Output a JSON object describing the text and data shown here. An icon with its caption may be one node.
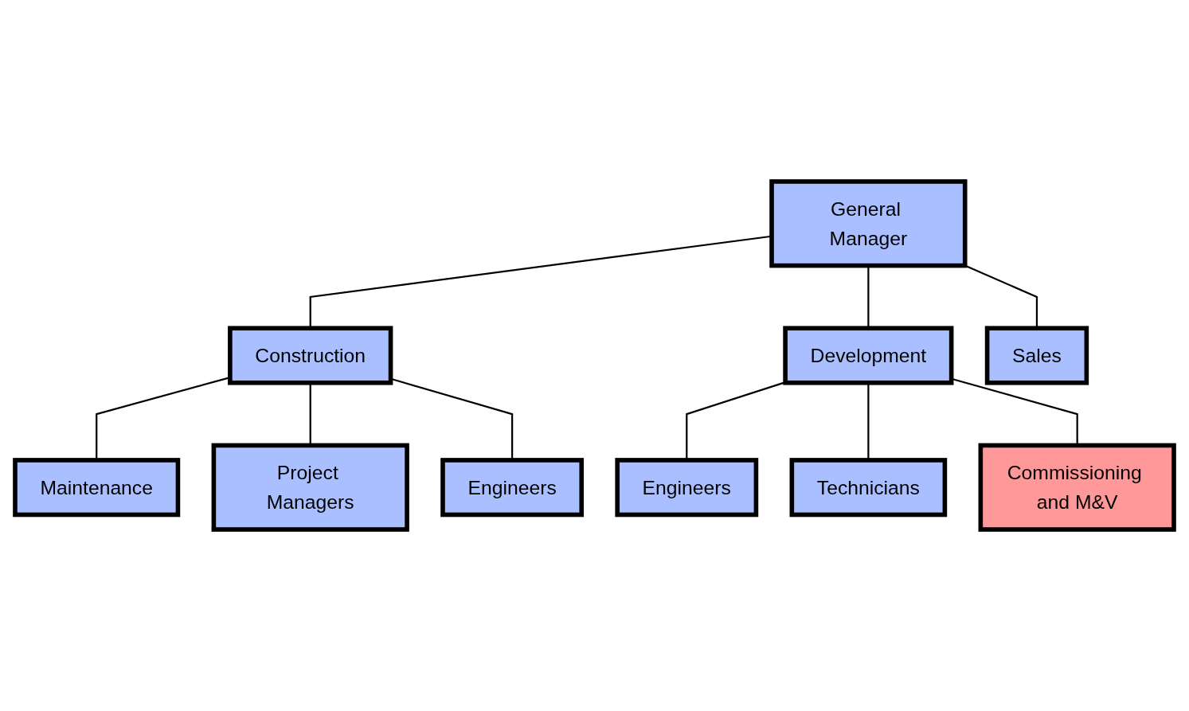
{
  "diagram": {
    "nodes": [
      {
        "text": [
          "General Manager"
        ]
      },
      {
        "text": [
          "Construction"
        ]
      },
      {
        "text": [
          "Development"
        ]
      },
      {
        "text": [
          "Sales"
        ]
      },
      {
        "text": [
          "Maintenance"
        ]
      },
      {
        "text": [
          "Project Managers"
        ]
      },
      {
        "text": [
          "Engineers"
        ]
      },
      {
        "text": [
          "Engineers"
        ]
      },
      {
        "text": [
          "Technicians"
        ]
      },
      {
        "text": [
          "Commissioning and M&V"
        ]
      }
    ],
    "edges": [
      {
        "from": 0,
        "to": 1,
        "arrow": "none"
      },
      {
        "from": 0,
        "to": 2,
        "arrow": "none"
      },
      {
        "from": 0,
        "to": 3,
        "arrow": "none"
      },
      {
        "from": 1,
        "to": 4,
        "arrow": "none"
      },
      {
        "from": 1,
        "to": 5,
        "arrow": "none"
      },
      {
        "from": 1,
        "to": 6,
        "arrow": "none"
      },
      {
        "from": 2,
        "to": 7,
        "arrow": "none"
      },
      {
        "from": 2,
        "to": 8,
        "arrow": "none"
      },
      {
        "from": 2,
        "to": 9,
        "arrow": "none"
      }
    ]
  }
}
